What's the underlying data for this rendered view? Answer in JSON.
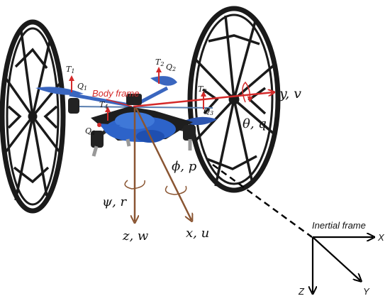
{
  "labels": {
    "body_frame": "Body frame",
    "inertial_frame": "Inertial frame",
    "y_axis": "y, v",
    "z_axis": "z, w",
    "x_axis": "x, u",
    "roll": "ϕ, p",
    "pitch": "θ, q",
    "yaw": "ψ, r",
    "inertial_X": "X",
    "inertial_Y": "Y",
    "inertial_Z": "Z"
  },
  "thrusts": {
    "t1": "T",
    "t1_sub": "1",
    "t2": "T",
    "t2_sub": "2",
    "t3": "T",
    "t3_sub": "3",
    "t4": "T",
    "t4_sub": "4"
  },
  "torques": {
    "q1": "Q",
    "q1_sub": "1",
    "q2": "Q",
    "q2_sub": "2",
    "q3": "Q",
    "q3_sub": "3",
    "q4": "Q",
    "q4_sub": "4"
  },
  "colors": {
    "body_axis_red": "#d42a2a",
    "gravity_axis_brown": "#8a5532",
    "drone_blue": "#2d63c9",
    "wheel_black": "#1a1a1a",
    "inertial_black": "#000000"
  }
}
